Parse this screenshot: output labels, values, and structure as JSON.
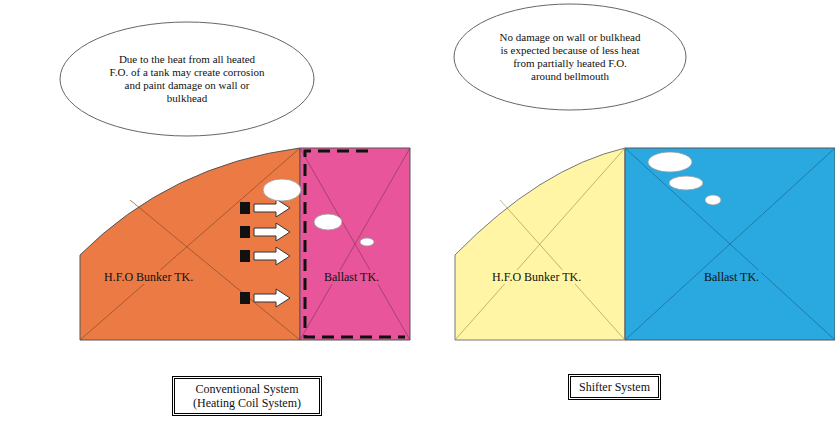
{
  "diagram": {
    "nodes": [
      {
        "text": [
          "Due to the heat from all heated F.O. of a tank may create corrosion and paint damage on wall or bulkhead"
        ]
      },
      {
        "text": [
          "No damage on wall or bulkhead is expected because of less heat from partially heated F.O. around bellmouth"
        ]
      },
      {
        "text": [
          "H.F.O Bunker TK."
        ]
      },
      {
        "text": [
          "Ballast TK."
        ]
      },
      {
        "text": [
          "H.F.O Bunker TK."
        ]
      },
      {
        "text": [
          "Ballast TK."
        ]
      },
      {
        "text": [
          "Conventional System (Heating Coil System)"
        ]
      },
      {
        "text": [
          "Shifter System"
        ]
      }
    ]
  }
}
